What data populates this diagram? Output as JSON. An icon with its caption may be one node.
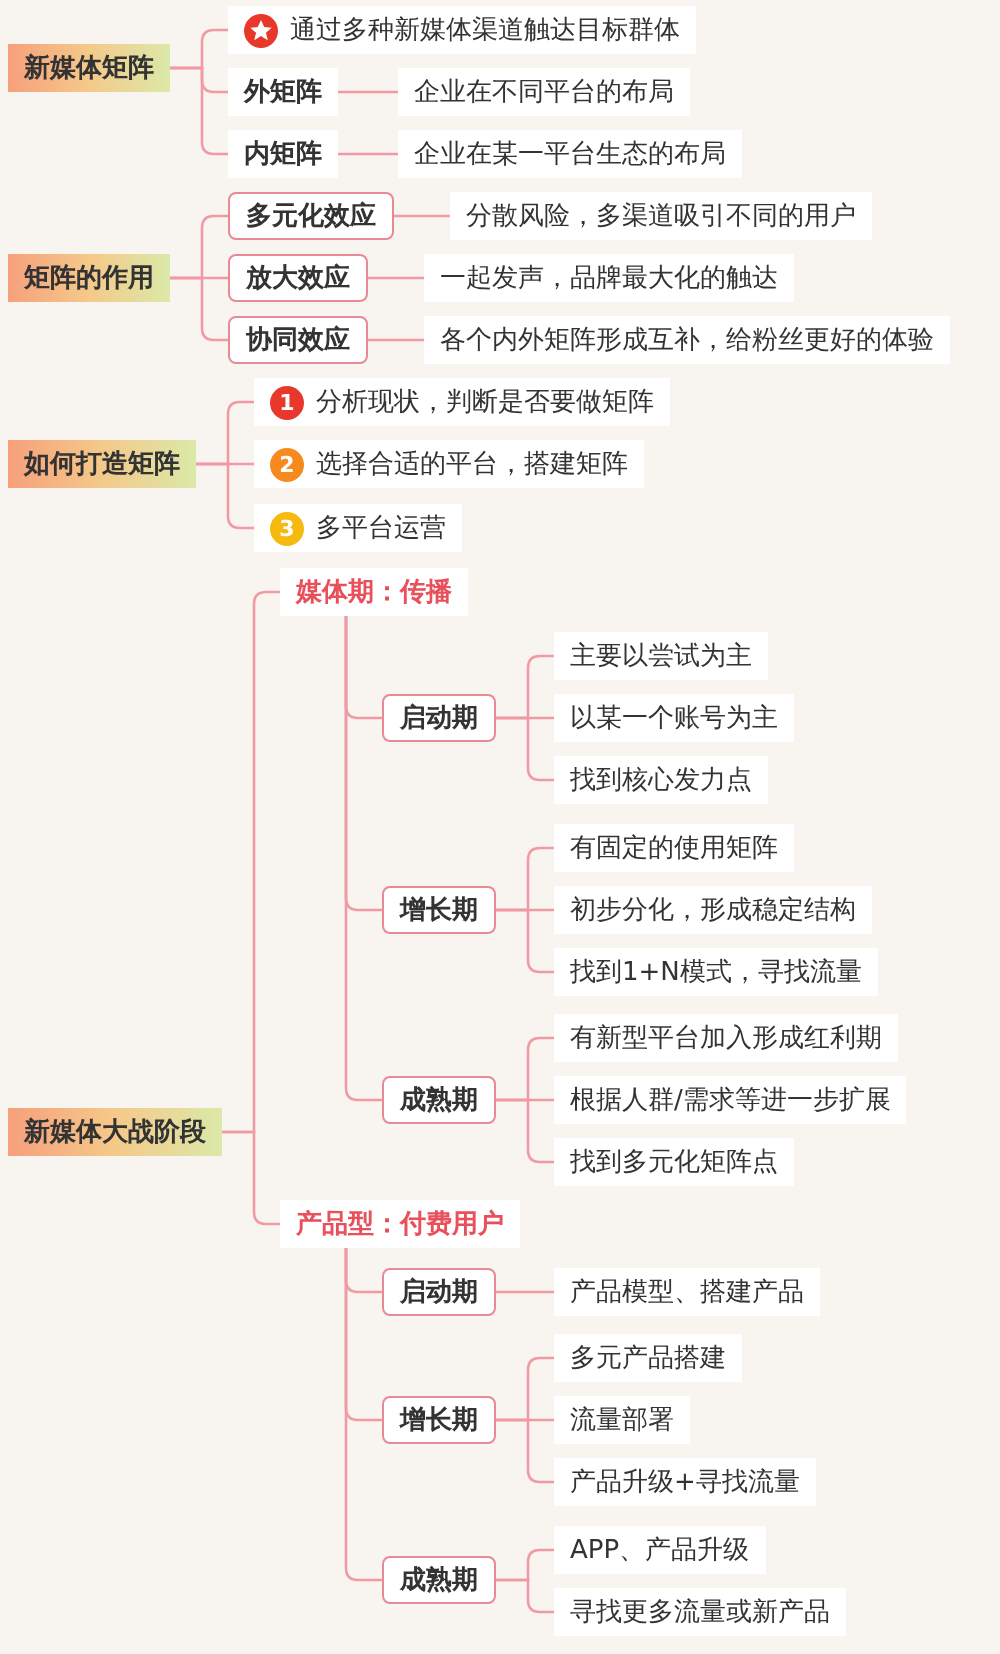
{
  "diagram": {
    "nodes": [
      {
        "text": [
          "新媒体矩阵"
        ]
      },
      {
        "text": [
          "通过多种新媒体渠道触达目标群体"
        ]
      },
      {
        "text": [
          "外矩阵"
        ]
      },
      {
        "text": [
          "企业在不同平台的布局"
        ]
      },
      {
        "text": [
          "内矩阵"
        ]
      },
      {
        "text": [
          "企业在某一平台生态的布局"
        ]
      },
      {
        "text": [
          "矩阵的作用"
        ]
      },
      {
        "text": [
          "多元化效应"
        ]
      },
      {
        "text": [
          "分散风险，多渠道吸引不同的用户"
        ]
      },
      {
        "text": [
          "放大效应"
        ]
      },
      {
        "text": [
          "一起发声，品牌最大化的触达"
        ]
      },
      {
        "text": [
          "协同效应"
        ]
      },
      {
        "text": [
          "各个内外矩阵形成互补，给粉丝更好的体验"
        ]
      },
      {
        "text": [
          "如何打造矩阵"
        ]
      },
      {
        "text": [
          "1",
          "分析现状，判断是否要做矩阵"
        ]
      },
      {
        "text": [
          "2",
          "选择合适的平台，搭建矩阵"
        ]
      },
      {
        "text": [
          "3",
          "多平台运营"
        ]
      },
      {
        "text": [
          "新媒体大战阶段"
        ]
      },
      {
        "text": [
          "媒体期：传播"
        ]
      },
      {
        "text": [
          "启动期"
        ]
      },
      {
        "text": [
          "主要以尝试为主"
        ]
      },
      {
        "text": [
          "以某一个账号为主"
        ]
      },
      {
        "text": [
          "找到核心发力点"
        ]
      },
      {
        "text": [
          "增长期"
        ]
      },
      {
        "text": [
          "有固定的使用矩阵"
        ]
      },
      {
        "text": [
          "初步分化，形成稳定结构"
        ]
      },
      {
        "text": [
          "找到1+N模式，寻找流量"
        ]
      },
      {
        "text": [
          "成熟期"
        ]
      },
      {
        "text": [
          "有新型平台加入形成红利期"
        ]
      },
      {
        "text": [
          "根据人群/需求等进一步扩展"
        ]
      },
      {
        "text": [
          "找到多元化矩阵点"
        ]
      },
      {
        "text": [
          "产品型：付费用户"
        ]
      },
      {
        "text": [
          "启动期"
        ]
      },
      {
        "text": [
          "产品模型、搭建产品"
        ]
      },
      {
        "text": [
          "增长期"
        ]
      },
      {
        "text": [
          "多元产品搭建"
        ]
      },
      {
        "text": [
          "流量部署"
        ]
      },
      {
        "text": [
          "产品升级+寻找流量"
        ]
      },
      {
        "text": [
          "成熟期"
        ]
      },
      {
        "text": [
          "APP、产品升级"
        ]
      },
      {
        "text": [
          "寻找更多流量或新产品"
        ]
      }
    ],
    "edges": [
      {
        "from": 0,
        "to": 1,
        "arrow": "none"
      },
      {
        "from": 0,
        "to": 2,
        "arrow": "none"
      },
      {
        "from": 2,
        "to": 3,
        "arrow": "none"
      },
      {
        "from": 0,
        "to": 4,
        "arrow": "none"
      },
      {
        "from": 4,
        "to": 5,
        "arrow": "none"
      },
      {
        "from": 6,
        "to": 7,
        "arrow": "none"
      },
      {
        "from": 7,
        "to": 8,
        "arrow": "none"
      },
      {
        "from": 6,
        "to": 9,
        "arrow": "none"
      },
      {
        "from": 9,
        "to": 10,
        "arrow": "none"
      },
      {
        "from": 6,
        "to": 11,
        "arrow": "none"
      },
      {
        "from": 11,
        "to": 12,
        "arrow": "none"
      },
      {
        "from": 13,
        "to": 14,
        "arrow": "none"
      },
      {
        "from": 13,
        "to": 15,
        "arrow": "none"
      },
      {
        "from": 13,
        "to": 16,
        "arrow": "none"
      },
      {
        "from": 17,
        "to": 18,
        "arrow": "none"
      },
      {
        "from": 18,
        "to": 19,
        "arrow": "none"
      },
      {
        "from": 19,
        "to": 20,
        "arrow": "none"
      },
      {
        "from": 19,
        "to": 21,
        "arrow": "none"
      },
      {
        "from": 19,
        "to": 22,
        "arrow": "none"
      },
      {
        "from": 18,
        "to": 23,
        "arrow": "none"
      },
      {
        "from": 23,
        "to": 24,
        "arrow": "none"
      },
      {
        "from": 23,
        "to": 25,
        "arrow": "none"
      },
      {
        "from": 23,
        "to": 26,
        "arrow": "none"
      },
      {
        "from": 18,
        "to": 27,
        "arrow": "none"
      },
      {
        "from": 27,
        "to": 28,
        "arrow": "none"
      },
      {
        "from": 27,
        "to": 29,
        "arrow": "none"
      },
      {
        "from": 27,
        "to": 30,
        "arrow": "none"
      },
      {
        "from": 17,
        "to": 31,
        "arrow": "none"
      },
      {
        "from": 31,
        "to": 32,
        "arrow": "none"
      },
      {
        "from": 32,
        "to": 33,
        "arrow": "none"
      },
      {
        "from": 31,
        "to": 34,
        "arrow": "none"
      },
      {
        "from": 34,
        "to": 35,
        "arrow": "none"
      },
      {
        "from": 34,
        "to": 36,
        "arrow": "none"
      },
      {
        "from": 34,
        "to": 37,
        "arrow": "none"
      },
      {
        "from": 31,
        "to": 38,
        "arrow": "none"
      },
      {
        "from": 38,
        "to": 39,
        "arrow": "none"
      },
      {
        "from": 38,
        "to": 40,
        "arrow": "none"
      }
    ]
  }
}
